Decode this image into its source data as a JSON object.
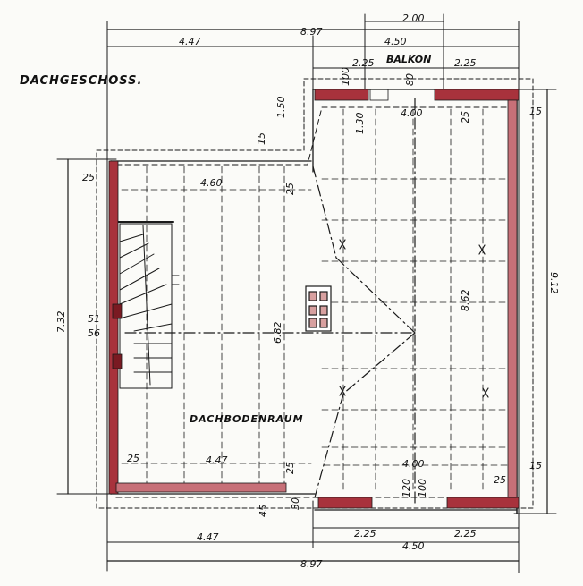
{
  "drawing": {
    "title": "DACHGESCHOSS.",
    "room_label": "DACHBODENRAUM",
    "balcony_label": "BALKON",
    "colors": {
      "ink": "#1a1a1a",
      "wall_fill": "#a8323c",
      "paper": "#fbfbf8"
    }
  },
  "dimensions": {
    "top_total": "8.97",
    "top_left": "4.47",
    "top_right": "4.50",
    "top_balcony": "2.00",
    "top_225_left": "2.25",
    "top_225_right": "2.25",
    "top_inner_4_00": "4.00",
    "top_inner_4_60": "4.60",
    "side_150": "1.50",
    "side_130": "1.30",
    "side_15_left": "15",
    "side_15_right": "15",
    "upper_25_a": "25",
    "upper_25_b": "25",
    "upper_25_c": "25",
    "left_height": "7.32",
    "right_height": "9.12",
    "inner_862": "8.62",
    "inner_682": "6.82",
    "stair_51": "51",
    "stair_56": "56",
    "top_col_100": "100",
    "top_col_80": "80",
    "bottom_inner_4_47": "4.47",
    "bottom_inner_4_00": "4.00",
    "bottom_25_a": "25",
    "bottom_25_b": "25",
    "bottom_25_c": "25",
    "bottom_15": "15",
    "bottom_45": "45",
    "bottom_30": "30",
    "bottom_120": "120",
    "bottom_100": "100",
    "bottom_225_left": "2.25",
    "bottom_225_right": "2.25",
    "bottom_left": "4.47",
    "bottom_right": "4.50",
    "bottom_total": "8.97"
  }
}
